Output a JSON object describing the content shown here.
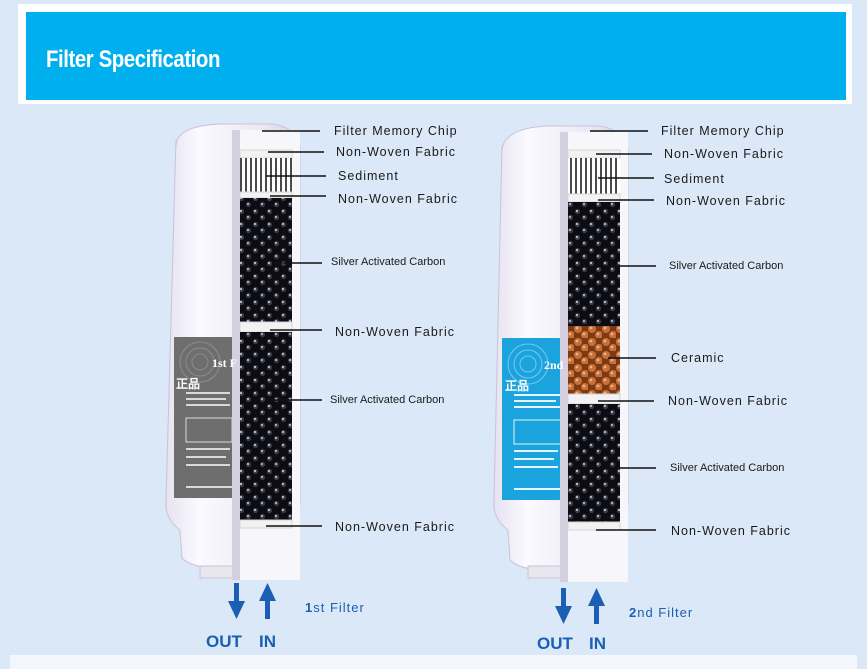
{
  "banner": {
    "title": "Filter Specification"
  },
  "filter1": {
    "name_num": "1",
    "name_suffix": "st Filter",
    "out_label": "OUT",
    "in_label": "IN",
    "tag_text": "1st F",
    "layers": [
      "Filter Memory Chip",
      "Non-Woven Fabric",
      "Sediment",
      "Non-Woven Fabric",
      "Silver Activated Carbon",
      "Non-Woven Fabric",
      "Silver Activated Carbon",
      "Non-Woven Fabric"
    ]
  },
  "filter2": {
    "name_num": "2",
    "name_suffix": "nd Filter",
    "out_label": "OUT",
    "in_label": "IN",
    "tag_text": "2nd",
    "layers": [
      "Filter Memory Chip",
      "Non-Woven Fabric",
      "Sediment",
      "Non-Woven Fabric",
      "Silver Activated Carbon",
      "Ceramic",
      "Non-Woven Fabric",
      "Silver Activated Carbon",
      "Non-Woven Fabric"
    ]
  },
  "colors": {
    "banner": "#00b0ee",
    "arrow": "#1a5fb4",
    "tag1": "#7a7a7a",
    "tag2": "#1aa3dd",
    "ceramic": "#c8703a"
  }
}
